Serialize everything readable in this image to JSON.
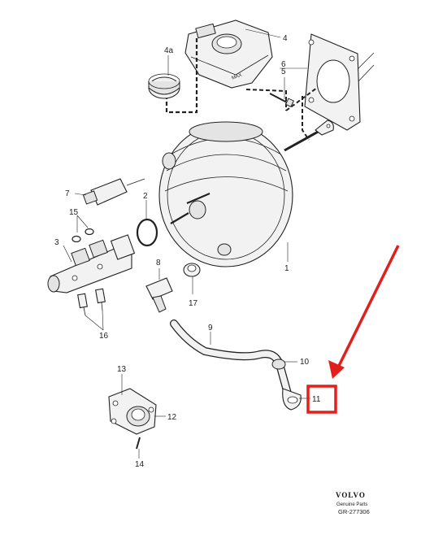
{
  "callouts": {
    "c1": "1",
    "c2": "2",
    "c3": "3",
    "c4": "4",
    "c4a": "4a",
    "c5": "5",
    "c6": "6",
    "c7": "7",
    "c8": "8",
    "c9": "9",
    "c10": "10",
    "c11": "11",
    "c12": "12",
    "c13": "13",
    "c14": "14",
    "c15": "15",
    "c16": "16",
    "c17": "17"
  },
  "reservoir_marking": "MAX",
  "footer": {
    "brand": "VOLVO",
    "subtitle": "Genuine Parts",
    "code": "GR-277306"
  },
  "highlight": {
    "color": "#e0201c",
    "target": "11"
  }
}
